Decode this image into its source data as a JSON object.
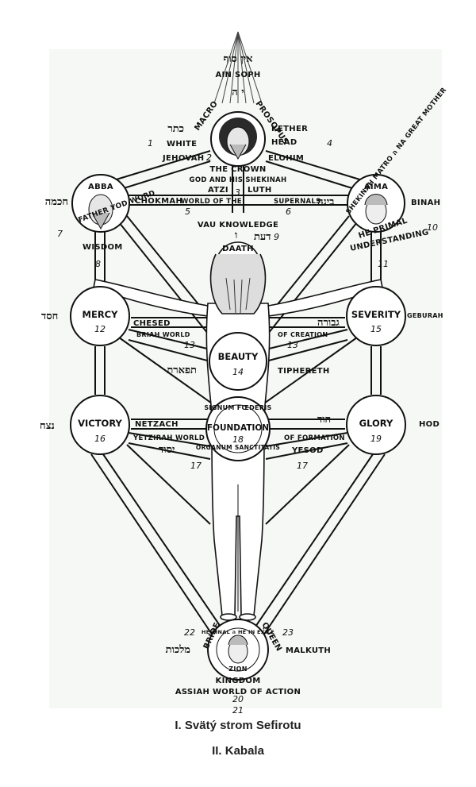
{
  "top": {
    "hebrew": "אין סוף",
    "ain_soph": "AIN SOPH",
    "yod_he": "י ה"
  },
  "crown": {
    "macro": "MACRO",
    "prosopus": "PROSOPUS",
    "kether_heb": "כתר",
    "kether": "KETHER",
    "white": "WHITE",
    "head": "HEAD",
    "jehovah": "JEHOVAH",
    "elohim": "ELOHIM",
    "the_crown": "THE CROWN",
    "god_and": "GOD AND HIS SHEKINAH",
    "atzi": "ATZI",
    "luth": "LUTH",
    "num1": "1",
    "num2": "2",
    "num3": "3",
    "num4": "4"
  },
  "abba": {
    "name": "ABBA",
    "heb": "חכמה",
    "chokmah": "CHOKMAH",
    "world": "WORLD OF THE",
    "father": "FATHER YOD WORD",
    "wisdom": "WISDOM",
    "num7": "7",
    "num8": "8",
    "num5": "5"
  },
  "aima": {
    "name": "AIMA",
    "binah": "BINAH",
    "heb": "בינה",
    "supernals": "SUPERNALS.",
    "shekinah": "SHEKINAH MATRO ה NA GREAT MOTHER",
    "primal": "HE PRIMAL",
    "understanding": "UNDERSTANDING",
    "num10": "10",
    "num11": "11",
    "num6": "6"
  },
  "daath": {
    "vau": "VAU KNOWLEDGE",
    "heb": "דעת",
    "daath": "DAATH",
    "num9": "9",
    "vau_letter": "ו"
  },
  "mercy": {
    "name": "MERCY",
    "num": "12",
    "heb": "חסד",
    "chesed": "CHESED",
    "briah": "BRIAH WORLD",
    "num13": "13"
  },
  "severity": {
    "name": "SEVERITY",
    "num": "15",
    "geburah": "GEBURAH",
    "heb": "גבורה",
    "creation": "OF CREATION",
    "num13b": "13"
  },
  "beauty": {
    "name": "BEAUTY",
    "num": "14",
    "heb": "תפארת",
    "tiphereth": "TIPHERETH"
  },
  "victory": {
    "name": "VICTORY",
    "num": "16",
    "heb": "נצח",
    "netzach": "NETZACH",
    "yetzirah": "YETZIRAH WORLD",
    "yesod_heb": "יסוד",
    "num17": "17"
  },
  "foundation": {
    "name": "FOUNDATION",
    "num": "18",
    "signum": "SIGNUM FŒDERIS",
    "organum": "ORGANUM SANCTITATIS"
  },
  "glory": {
    "name": "GLORY",
    "num": "19",
    "hod": "HOD",
    "heb": "הוד",
    "formation": "OF FORMATION",
    "yesod": "YESOD",
    "num17b": "17"
  },
  "malkuth": {
    "bride": "BRIDE",
    "queen": "QUEEN",
    "num22": "22",
    "num23": "23",
    "heb": "מלכות",
    "malkuth": "MALKUTH",
    "final": "HE FINAL ה HE IN EXILE",
    "zion": "ZION",
    "kingdom": "KINGDOM",
    "assiah": "ASSIAH WORLD OF ACTION",
    "num20": "20",
    "num21": "21"
  },
  "caption": {
    "line1": "I. Svätý strom Sefirotu",
    "line2": "II. Kabala"
  }
}
